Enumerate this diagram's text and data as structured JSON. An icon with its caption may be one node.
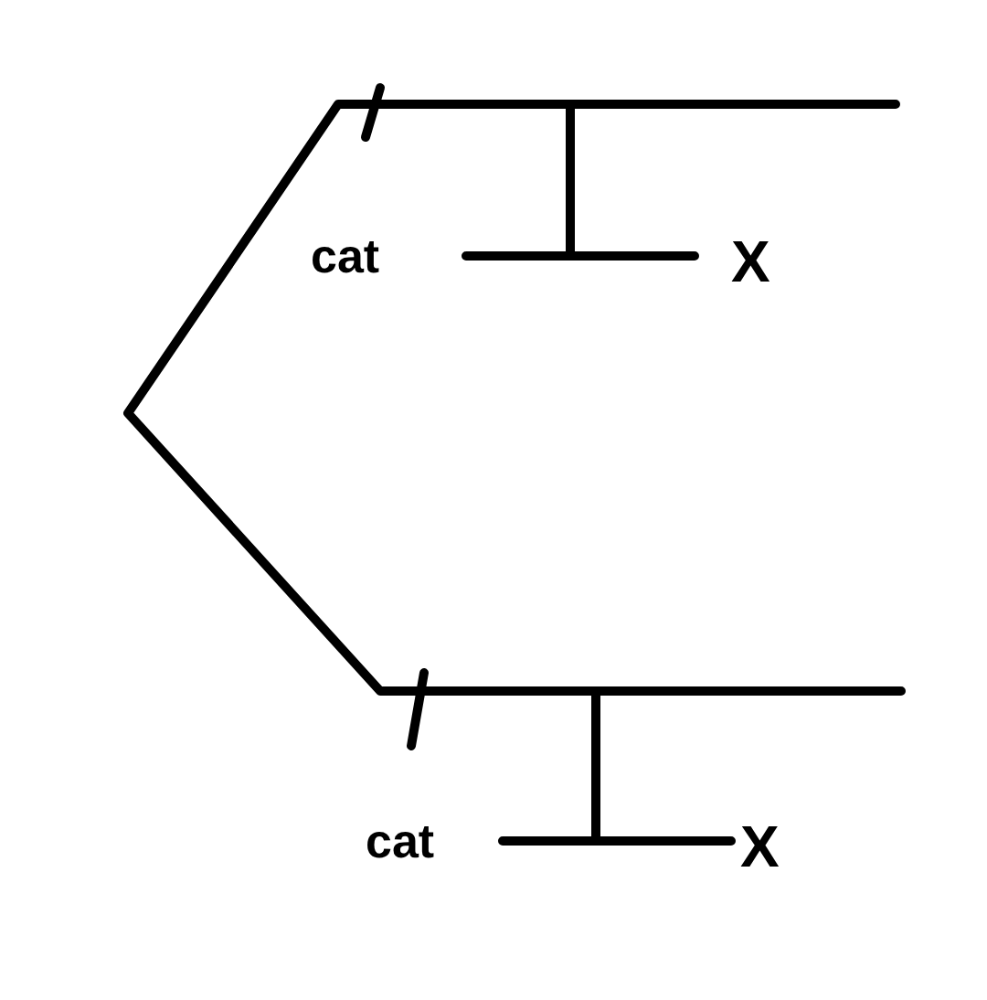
{
  "diagram": {
    "labels": [
      "cat",
      "X",
      "cat",
      "X"
    ]
  }
}
